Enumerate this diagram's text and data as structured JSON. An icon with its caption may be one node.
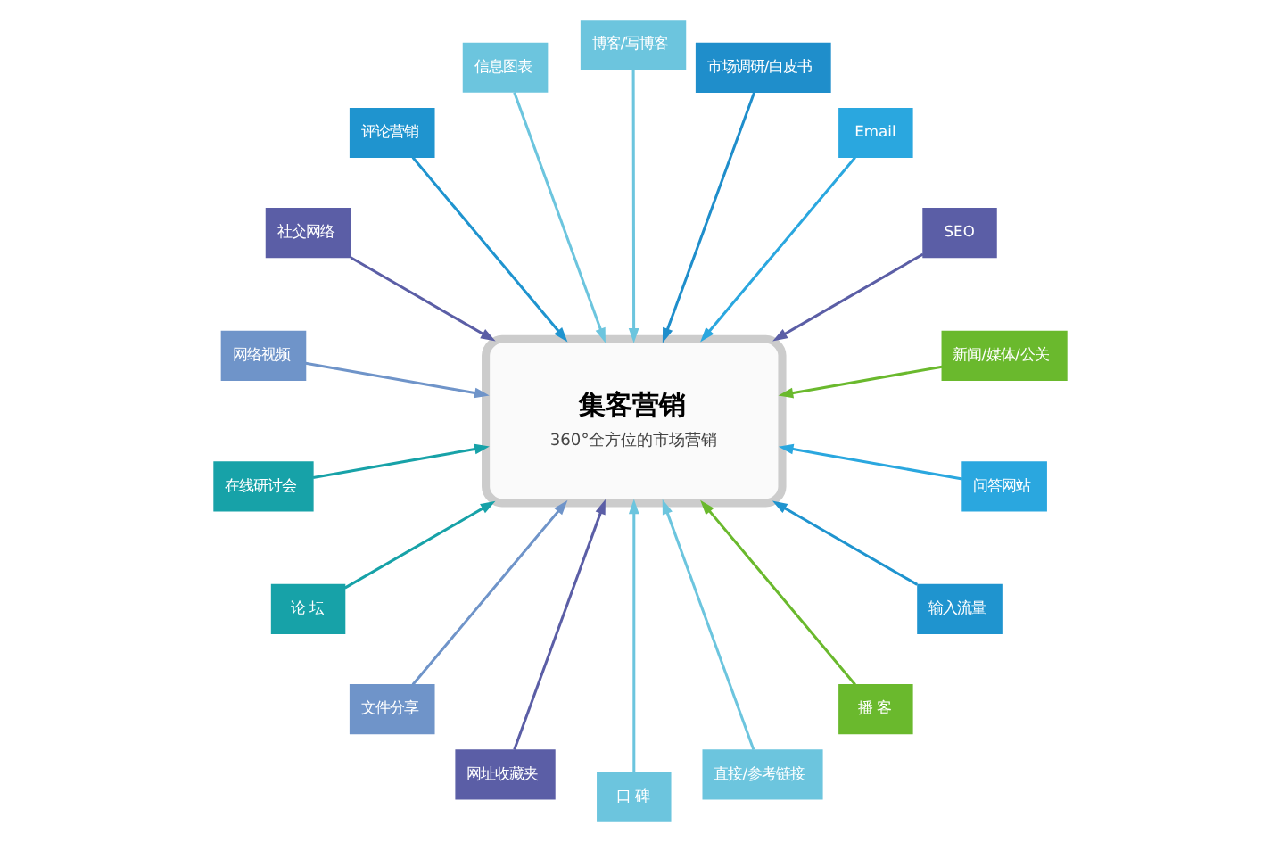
{
  "diagram": {
    "nodes": [
      {
        "text": [
          "集客营销",
          "360°全方位的市场营销"
        ]
      },
      {
        "text": [
          "新闻/媒体/公关"
        ]
      },
      {
        "text": [
          "SEO"
        ]
      },
      {
        "text": [
          "Email"
        ]
      },
      {
        "text": [
          "市场调研/白皮书"
        ]
      },
      {
        "text": [
          "博客/写博客"
        ]
      },
      {
        "text": [
          "信息图表"
        ]
      },
      {
        "text": [
          "评论营销"
        ]
      },
      {
        "text": [
          "社交网络"
        ]
      },
      {
        "text": [
          "网络视频"
        ]
      },
      {
        "text": [
          "在线研讨会"
        ]
      },
      {
        "text": [
          "论 坛"
        ]
      },
      {
        "text": [
          "文件分享"
        ]
      },
      {
        "text": [
          "网址收藏夹"
        ]
      },
      {
        "text": [
          "口 碑"
        ]
      },
      {
        "text": [
          "直接/参考链接"
        ]
      },
      {
        "text": [
          "播 客"
        ]
      },
      {
        "text": [
          "输入流量"
        ]
      },
      {
        "text": [
          "问答网站"
        ]
      }
    ],
    "edges": [
      {
        "from": 1,
        "to": 0,
        "arrow": "to",
        "color": "#6ab92d"
      },
      {
        "from": 2,
        "to": 0,
        "arrow": "to",
        "color": "#5b5ea6"
      },
      {
        "from": 3,
        "to": 0,
        "arrow": "to",
        "color": "#2aa7df"
      },
      {
        "from": 4,
        "to": 0,
        "arrow": "to",
        "color": "#1f8ecb"
      },
      {
        "from": 5,
        "to": 0,
        "arrow": "to",
        "color": "#6cc5de"
      },
      {
        "from": 6,
        "to": 0,
        "arrow": "to",
        "color": "#6cc5de"
      },
      {
        "from": 7,
        "to": 0,
        "arrow": "to",
        "color": "#1f94cf"
      },
      {
        "from": 8,
        "to": 0,
        "arrow": "to",
        "color": "#5b5ea6"
      },
      {
        "from": 9,
        "to": 0,
        "arrow": "to",
        "color": "#6f94c9"
      },
      {
        "from": 10,
        "to": 0,
        "arrow": "to",
        "color": "#17a2a8"
      },
      {
        "from": 11,
        "to": 0,
        "arrow": "to",
        "color": "#17a2a8"
      },
      {
        "from": 12,
        "to": 0,
        "arrow": "to",
        "color": "#6f94c9"
      },
      {
        "from": 13,
        "to": 0,
        "arrow": "to",
        "color": "#5b5ea6"
      },
      {
        "from": 14,
        "to": 0,
        "arrow": "to",
        "color": "#6cc5de"
      },
      {
        "from": 15,
        "to": 0,
        "arrow": "to",
        "color": "#6cc5de"
      },
      {
        "from": 16,
        "to": 0,
        "arrow": "to",
        "color": "#6ab92d"
      },
      {
        "from": 17,
        "to": 0,
        "arrow": "to",
        "color": "#1f94cf"
      },
      {
        "from": 18,
        "to": 0,
        "arrow": "to",
        "color": "#2aa7df"
      }
    ]
  }
}
